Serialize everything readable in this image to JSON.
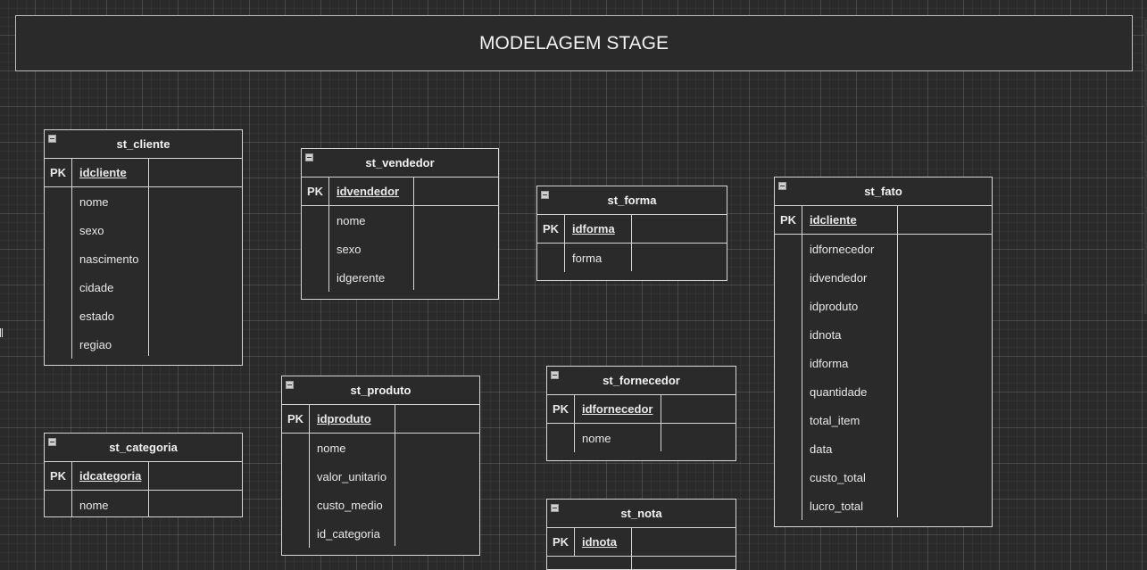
{
  "diagram": {
    "title": "MODELAGEM STAGE"
  },
  "tables": [
    {
      "name": "st_cliente",
      "pk_label": "PK",
      "pk": "idcliente",
      "fields": [
        "nome",
        "sexo",
        "nascimento",
        "cidade",
        "estado",
        "regiao"
      ]
    },
    {
      "name": "st_vendedor",
      "pk_label": "PK",
      "pk": "idvendedor",
      "fields": [
        "nome",
        "sexo",
        "idgerente"
      ]
    },
    {
      "name": "st_forma",
      "pk_label": "PK",
      "pk": "idforma",
      "fields": [
        "forma"
      ]
    },
    {
      "name": "st_fato",
      "pk_label": "PK",
      "pk": "idcliente",
      "fields": [
        "idfornecedor",
        "idvendedor",
        "idproduto",
        "idnota",
        "idforma",
        "quantidade",
        "total_item",
        "data",
        "custo_total",
        "lucro_total"
      ]
    },
    {
      "name": "st_categoria",
      "pk_label": "PK",
      "pk": "idcategoria",
      "fields": [
        "nome"
      ]
    },
    {
      "name": "st_produto",
      "pk_label": "PK",
      "pk": "idproduto",
      "fields": [
        "nome",
        "valor_unitario",
        "custo_medio",
        "id_categoria"
      ]
    },
    {
      "name": "st_fornecedor",
      "pk_label": "PK",
      "pk": "idfornecedor",
      "fields": [
        "nome"
      ]
    },
    {
      "name": "st_nota",
      "pk_label": "PK",
      "pk": "idnota",
      "fields": []
    }
  ]
}
